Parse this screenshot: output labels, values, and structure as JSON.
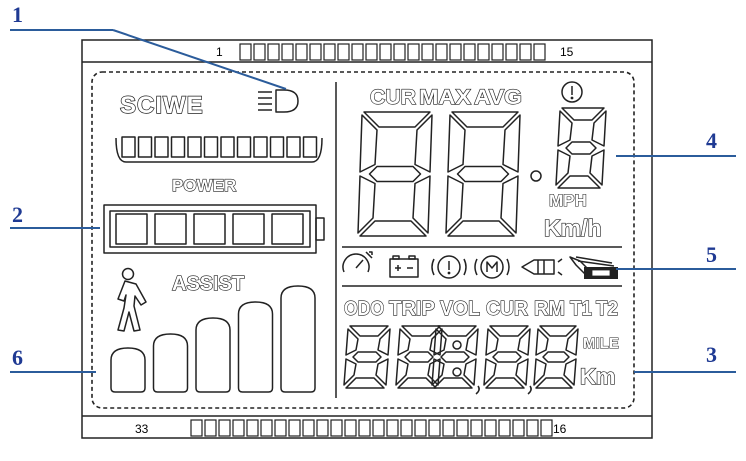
{
  "pin_labels": {
    "top_left": "1",
    "top_right": "15",
    "bottom_left": "33",
    "bottom_right": "16"
  },
  "callouts": [
    "1",
    "2",
    "3",
    "4",
    "5",
    "6"
  ],
  "left_panel": {
    "brand": "SCIWE",
    "power_label": "POWER",
    "assist_label": "ASSIST",
    "power_bar_segments": 12,
    "battery_cells": 5,
    "assist_levels": 5
  },
  "speed_panel": {
    "modes": [
      "CUR",
      "MAX",
      "AVG"
    ],
    "unit_mph": "MPH",
    "unit_kmh": "Km/h"
  },
  "icons": [
    "headlight-icon",
    "warning-icon",
    "speedometer-icon",
    "battery-icon",
    "warning-icon",
    "motor-icon",
    "brake-icon",
    "throttle-icon",
    "walk-assist-icon"
  ],
  "odo_panel": {
    "modes": [
      "ODO",
      "TRIP",
      "VOL",
      "CUR",
      "RM",
      "T1",
      "T2"
    ],
    "unit_mile": "MILE",
    "unit_km": "Km"
  }
}
